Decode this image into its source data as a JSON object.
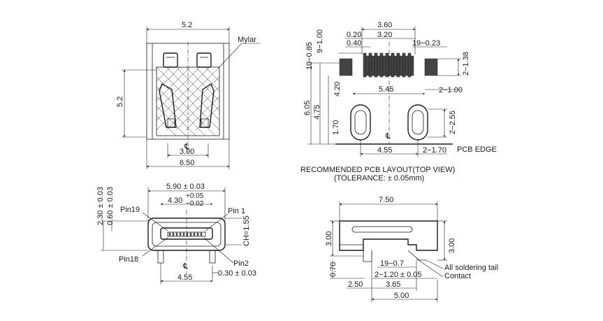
{
  "top_view": {
    "width_top": "5.2",
    "mylar": "Mylar",
    "height_left": "5.2",
    "centerline": "℄",
    "inner_width": "3.00",
    "overall_width": "6.50"
  },
  "pcb_layout": {
    "pitch_total": "3.60",
    "pitch": "0.20",
    "pad_span": "3.20",
    "pad_width": "0.40",
    "pad_range": "19−0.23",
    "dim_9_100": "9−1.00",
    "dim_10_085": "10−0.85",
    "dim_2_138": "2−1.38",
    "dim_420": "4.20",
    "dim_545": "5.45",
    "dim_2_100": "2−1.00",
    "dim_605": "6.05",
    "dim_475": "4.75",
    "dim_170": "1.70",
    "dim_2_255": "2−2.55",
    "centerline": "℄",
    "dim_455": "4.55",
    "dim_2_170": "2−1.70",
    "pcb_edge": "PCB EDGE",
    "caption_1": "RECOMMENDED PCB LAYOUT(TOP VIEW)",
    "caption_2": "(TOLERANCE: ± 0.05mm)"
  },
  "front_view": {
    "dim_230": "2.30 ± 0.03",
    "dim_060": "0.60 ± 0.03",
    "dim_590": "5.90 ± 0.03",
    "dim_430": "4.30",
    "tol_plus": "+0.05",
    "tol_minus": "−0.02",
    "pin19": "Pin19",
    "pin1": "Pin 1",
    "ch": "CH=1.55",
    "pin18": "Pin18",
    "pin2": "Pin2",
    "centerline": "℄",
    "dim_030": "0.30 ± 0.03",
    "dim_455": "4.55"
  },
  "side_view": {
    "dim_750": "7.50",
    "dim_300_left": "3.00",
    "dim_300_right": "3.00",
    "dim_070": "0.70",
    "dim_19_07": "19−0.7",
    "soldering": "All soldering tail",
    "dim_2_120": "2−1.20 ± 0.05",
    "contact": "Contact",
    "dim_250": "2.50",
    "dim_365": "3.65",
    "dim_500": "5.00"
  }
}
